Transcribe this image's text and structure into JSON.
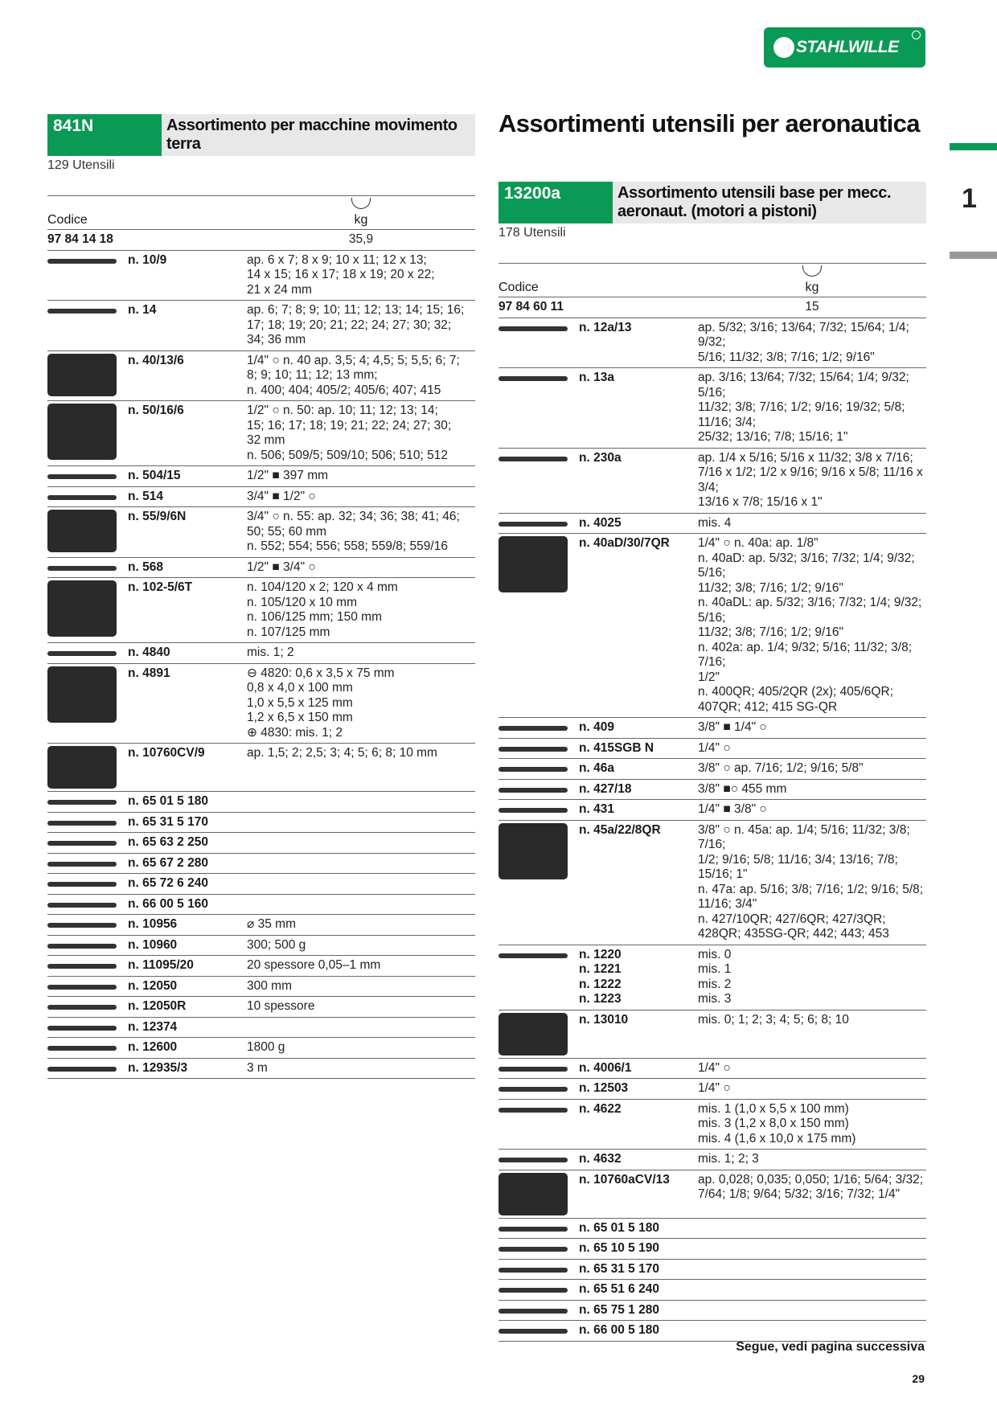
{
  "brand": "STAHLWILLE",
  "chapter": "1",
  "main_title": "Assortimenti utensili per aeronautica",
  "footer_note": "Segue, vedi pagina successiva",
  "page_number": "29",
  "left": {
    "code": "841N",
    "title": "Assortimento per macchine movimento terra",
    "subtitle": "129 Utensili",
    "col_code": "Codice",
    "col_kg": "kg",
    "order_code": "97 84 14 18",
    "weight": "35,9",
    "rows": [
      {
        "name": "n. 10/9",
        "spec": "ap. 6 x 7; 8 x 9; 10 x 11; 12 x 13;\n14 x 15; 16 x 17; 18 x 19; 20 x 22;\n21 x 24 mm",
        "icon": "wrench-icon"
      },
      {
        "name": "n. 14",
        "spec": "ap. 6; 7; 8; 9; 10; 11; 12; 13; 14; 15; 16;\n17; 18; 19; 20; 21; 22; 24; 27; 30; 32;\n34; 36 mm",
        "icon": "wrench-icon"
      },
      {
        "name": "n. 40/13/6",
        "spec": "1/4\" ○ n. 40 ap. 3,5; 4; 4,5; 5; 5,5; 6; 7;\n8; 9; 10; 11; 12; 13 mm;\nn. 400; 404; 405/2; 405/6; 407; 415",
        "icon": "socket-case-icon"
      },
      {
        "name": "n. 50/16/6",
        "spec": "1/2\" ○ n. 50: ap. 10; 11; 12; 13; 14;\n15; 16; 17; 18; 19; 21; 22; 24; 27; 30;\n32 mm\nn. 506; 509/5; 509/10; 506; 510; 512",
        "icon": "socket-case-icon"
      },
      {
        "name": "n. 504/15",
        "spec": "1/2\" ■ 397 mm",
        "icon": "breaker-bar-icon"
      },
      {
        "name": "n. 514",
        "spec": "3/4\" ■ 1/2\" ○",
        "icon": "adaptor-icon"
      },
      {
        "name": "n. 55/9/6N",
        "spec": "3/4\" ○ n. 55: ap. 32; 34; 36; 38; 41; 46;\n50; 55; 60 mm\nn. 552; 554; 556; 558; 559/8; 559/16",
        "icon": "socket-case-icon"
      },
      {
        "name": "n. 568",
        "spec": "1/2\" ■ 3/4\" ○",
        "icon": "adaptor-icon"
      },
      {
        "name": "n. 102-5/6T",
        "spec": "n. 104/120 x 2; 120 x 4 mm\nn. 105/120 x 10 mm\nn. 106/125 mm; 150 mm\nn. 107/125 mm",
        "icon": "screwdriver-set-icon"
      },
      {
        "name": "n. 4840",
        "spec": "mis. 1; 2",
        "icon": "screwdriver-icon"
      },
      {
        "name": "n. 4891",
        "spec": "⊖ 4820: 0,6 x 3,5 x 75 mm\n0,8 x 4,0 x 100 mm\n1,0 x 5,5 x 125 mm\n1,2 x 6,5 x 150 mm\n⊕ 4830: mis. 1; 2",
        "icon": "screwdriver-set-icon"
      },
      {
        "name": "n. 10760CV/9",
        "spec": "ap. 1,5; 2; 2,5; 3; 4; 5; 6; 8; 10 mm",
        "icon": "hex-key-set-icon"
      },
      {
        "name": "n. 65 01 5 180",
        "spec": "",
        "icon": "pliers-icon"
      },
      {
        "name": "n. 65 31 5 170",
        "spec": "",
        "icon": "pliers-icon"
      },
      {
        "name": "n. 65 63 2 250",
        "spec": "",
        "icon": "pliers-icon"
      },
      {
        "name": "n. 65 67 2 280",
        "spec": "",
        "icon": "locking-pliers-icon"
      },
      {
        "name": "n. 65 72 6 240",
        "spec": "",
        "icon": "pliers-icon"
      },
      {
        "name": "n. 66 00 5 160",
        "spec": "",
        "icon": "cutter-icon"
      },
      {
        "name": "n. 10956",
        "spec": "⌀ 35 mm",
        "icon": "hammer-icon"
      },
      {
        "name": "n. 10960",
        "spec": "300; 500 g",
        "icon": "hammer-icon"
      },
      {
        "name": "n. 11095/20",
        "spec": "20 spessore 0,05–1 mm",
        "icon": "feeler-gauge-icon"
      },
      {
        "name": "n. 12050",
        "spec": "300 mm",
        "icon": "hacksaw-icon"
      },
      {
        "name": "n. 12050R",
        "spec": "10 spessore",
        "icon": "blade-icon"
      },
      {
        "name": "n. 12374",
        "spec": "",
        "icon": "brush-icon"
      },
      {
        "name": "n. 12600",
        "spec": "1800 g",
        "icon": "lamp-icon"
      },
      {
        "name": "n. 12935/3",
        "spec": "3 m",
        "icon": "tape-measure-icon"
      }
    ]
  },
  "right": {
    "code": "13200a",
    "title": "Assortimento utensili base per mecc. aeronaut. (motori a pistoni)",
    "subtitle": "178 Utensili",
    "col_code": "Codice",
    "col_kg": "kg",
    "order_code": "97 84 60 11",
    "weight": "15",
    "rows": [
      {
        "name": "n. 12a/13",
        "spec": "ap. 5/32; 3/16; 13/64; 7/32; 15/64; 1/4; 9/32;\n5/16; 11/32; 3/8; 7/16; 1/2; 9/16\"",
        "icon": "wrench-icon"
      },
      {
        "name": "n. 13a",
        "spec": "ap. 3/16; 13/64; 7/32; 15/64; 1/4; 9/32; 5/16;\n11/32; 3/8; 7/16; 1/2; 9/16; 19/32; 5/8; 11/16; 3/4;\n25/32; 13/16; 7/8; 15/16; 1\"",
        "icon": "wrench-icon"
      },
      {
        "name": "n. 230a",
        "spec": "ap. 1/4 x 5/16; 5/16 x 11/32; 3/8 x 7/16;\n7/16 x 1/2; 1/2 x 9/16; 9/16 x 5/8; 11/16 x 3/4;\n13/16 x 7/8; 15/16 x 1\"",
        "icon": "wrench-icon"
      },
      {
        "name": "n. 4025",
        "spec": "mis. 4",
        "icon": "adjustable-wrench-icon"
      },
      {
        "name": "n. 40aD/30/7QR",
        "spec": "1/4\" ○ n. 40a: ap. 1/8\"\nn. 40aD: ap. 5/32; 3/16; 7/32; 1/4; 9/32; 5/16;\n11/32; 3/8; 7/16; 1/2; 9/16\"\nn. 40aDL: ap. 5/32; 3/16; 7/32; 1/4; 9/32; 5/16;\n11/32; 3/8; 7/16; 1/2; 9/16\"\nn. 402a: ap. 1/4; 9/32; 5/16; 11/32; 3/8; 7/16;\n1/2\"\nn. 400QR; 405/2QR (2x); 405/6QR;\n407QR; 412; 415 SG-QR",
        "icon": "socket-case-icon"
      },
      {
        "name": "n. 409",
        "spec": "3/8\" ■ 1/4\" ○",
        "icon": "adaptor-icon"
      },
      {
        "name": "n. 415SGB N",
        "spec": "1/4\" ○",
        "icon": "ratchet-icon"
      },
      {
        "name": "n. 46a",
        "spec": "3/8\" ○ ap. 7/16; 1/2; 9/16; 5/8\"",
        "icon": "socket-icon"
      },
      {
        "name": "n. 427/18",
        "spec": "3/8\" ■○ 455 mm",
        "icon": "extension-icon"
      },
      {
        "name": "n. 431",
        "spec": "1/4\" ■ 3/8\" ○",
        "icon": "adaptor-icon"
      },
      {
        "name": "n. 45a/22/8QR",
        "spec": "3/8\" ○ n. 45a: ap. 1/4; 5/16; 11/32; 3/8; 7/16;\n1/2; 9/16; 5/8; 11/16; 3/4; 13/16; 7/8; 15/16; 1\"\nn. 47a: ap. 5/16; 3/8; 7/16; 1/2; 9/16; 5/8;\n11/16; 3/4\"\nn. 427/10QR; 427/6QR; 427/3QR;\n428QR; 435SG-QR; 442; 443; 453",
        "icon": "socket-case-icon"
      },
      {
        "name": "n. 1220\nn. 1221\nn. 1222\nn. 1223",
        "spec": "mis. 0\nmis. 1\nmis. 2\nmis. 3",
        "icon": "bit-icon"
      },
      {
        "name": "n. 13010",
        "spec": "mis. 0; 1; 2; 3; 4; 5; 6; 8; 10",
        "icon": "bit-set-icon"
      },
      {
        "name": "n. 4006/1",
        "spec": "1/4\" ○",
        "icon": "screwdriver-icon"
      },
      {
        "name": "n. 12503",
        "spec": "1/4\" ○",
        "icon": "adaptor-icon"
      },
      {
        "name": "n. 4622",
        "spec": "mis. 1 (1,0 x 5,5 x 100 mm)\nmis. 3 (1,2 x 8,0 x 150 mm)\nmis. 4 (1,6 x 10,0 x 175 mm)",
        "icon": "screwdriver-icon"
      },
      {
        "name": "n. 4632",
        "spec": "mis. 1; 2; 3",
        "icon": "screwdriver-icon"
      },
      {
        "name": "n. 10760aCV/13",
        "spec": "ap. 0,028; 0,035; 0,050; 1/16; 5/64; 3/32;\n7/64; 1/8; 9/64; 5/32; 3/16; 7/32; 1/4\"",
        "icon": "hex-key-set-icon"
      },
      {
        "name": "n. 65 01 5 180",
        "spec": "",
        "icon": "pliers-icon"
      },
      {
        "name": "n. 65 10 5 190",
        "spec": "",
        "icon": "pliers-icon"
      },
      {
        "name": "n. 65 31 5 170",
        "spec": "",
        "icon": "pliers-icon"
      },
      {
        "name": "n. 65 51 6 240",
        "spec": "",
        "icon": "pliers-icon"
      },
      {
        "name": "n. 65 75 1 280",
        "spec": "",
        "icon": "pliers-icon"
      },
      {
        "name": "n. 66 00 5 180",
        "spec": "",
        "icon": "cutter-icon"
      }
    ]
  }
}
